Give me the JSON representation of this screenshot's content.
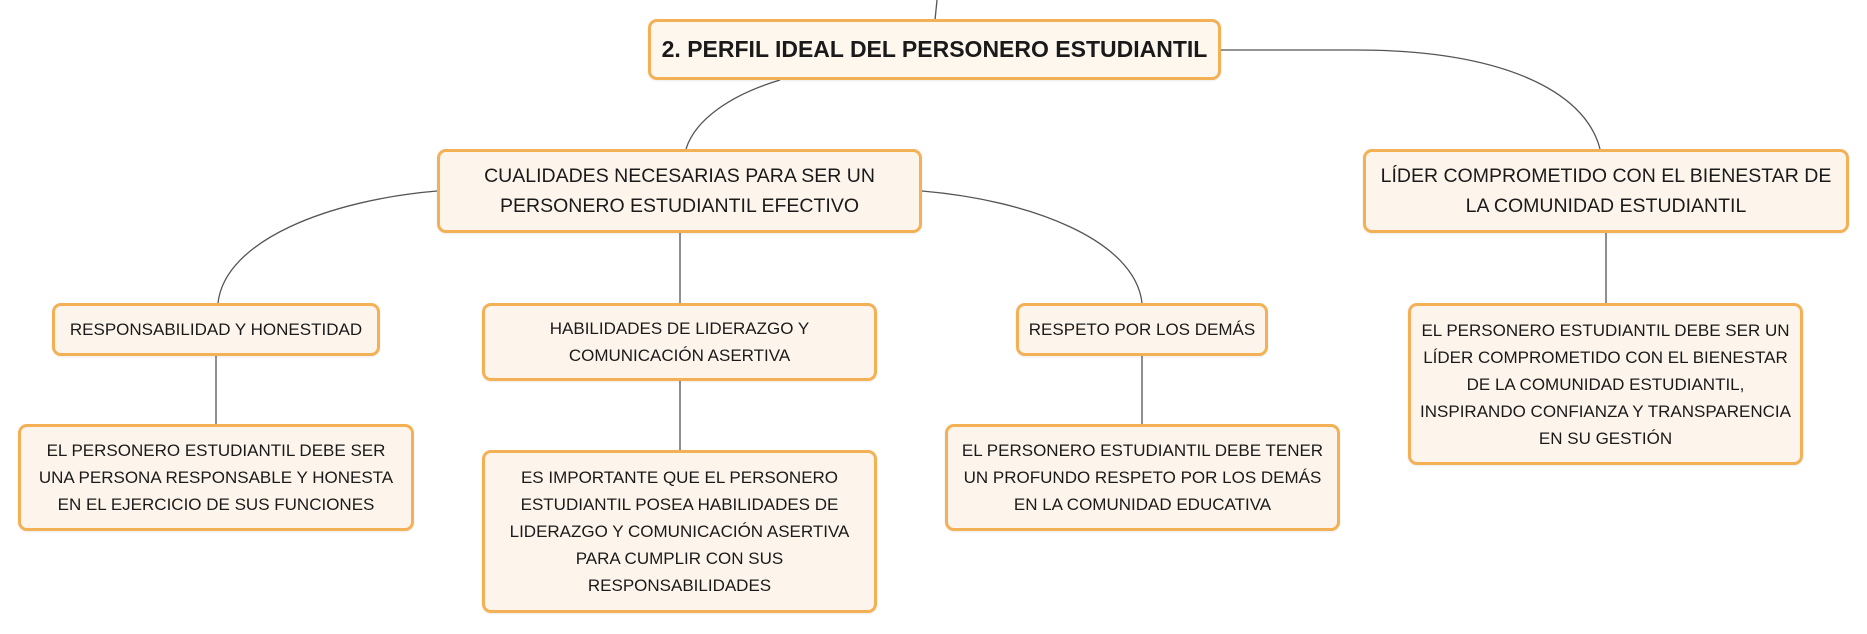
{
  "diagram": {
    "root": {
      "label": "2. PERFIL IDEAL DEL PERSONERO ESTUDIANTIL"
    },
    "branches": [
      {
        "label": "CUALIDADES NECESARIAS PARA SER UN PERSONERO ESTUDIANTIL EFECTIVO",
        "children": [
          {
            "label": "RESPONSABILIDAD Y HONESTIDAD",
            "detail": "EL PERSONERO ESTUDIANTIL DEBE SER UNA PERSONA RESPONSABLE Y HONESTA EN EL EJERCICIO DE SUS FUNCIONES"
          },
          {
            "label": "HABILIDADES DE LIDERAZGO Y COMUNICACIÓN ASERTIVA",
            "detail": "ES IMPORTANTE QUE EL PERSONERO ESTUDIANTIL POSEA HABILIDADES DE LIDERAZGO Y COMUNICACIÓN ASERTIVA PARA CUMPLIR CON SUS RESPONSABILIDADES"
          },
          {
            "label": "RESPETO POR LOS DEMÁS",
            "detail": "EL PERSONERO ESTUDIANTIL DEBE TENER UN PROFUNDO RESPETO POR LOS DEMÁS EN LA COMUNIDAD EDUCATIVA"
          }
        ]
      },
      {
        "label": "LÍDER COMPROMETIDO CON EL BIENESTAR DE LA COMUNIDAD ESTUDIANTIL",
        "detail": "EL PERSONERO ESTUDIANTIL DEBE SER UN LÍDER COMPROMETIDO CON EL BIENESTAR DE LA COMUNIDAD ESTUDIANTIL, INSPIRANDO CONFIANZA Y TRANSPARENCIA EN SU GESTIÓN"
      }
    ]
  },
  "colors": {
    "node_border": "#f4b055",
    "node_fill": "#fdf5ec",
    "connector": "#555555",
    "text": "#1a1a1a"
  }
}
